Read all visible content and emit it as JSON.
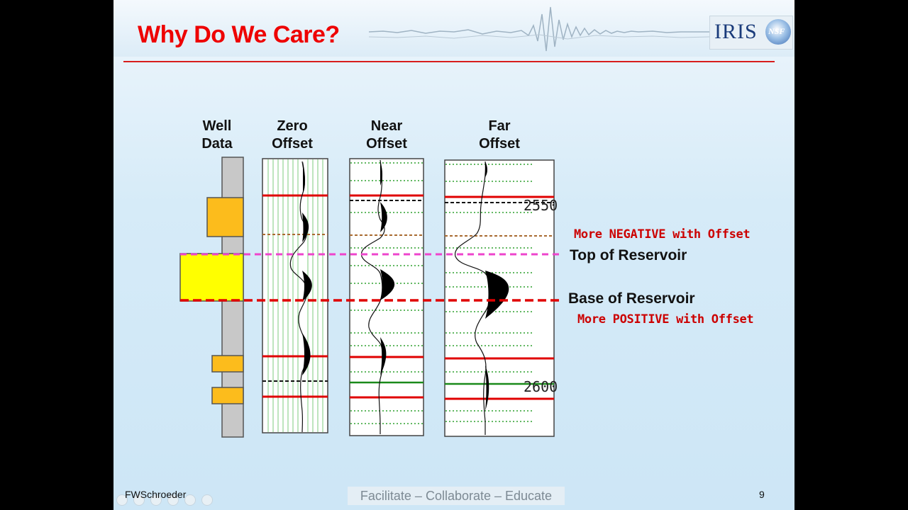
{
  "slide": {
    "title": "Why Do We Care?",
    "logo_text": "IRIS",
    "logo_badge": "NSF",
    "footer_author": "FWSchroeder",
    "footer_motto": "Facilitate – Collaborate – Educate",
    "page_number": "9"
  },
  "diagram": {
    "columns": [
      {
        "line1": "Well",
        "line2": "Data"
      },
      {
        "line1": "Zero",
        "line2": "Offset"
      },
      {
        "line1": "Near",
        "line2": "Offset"
      },
      {
        "line1": "Far",
        "line2": "Offset"
      }
    ],
    "depth_labels": [
      "2550",
      "2600"
    ],
    "annotations": {
      "top_reservoir": "Top of Reservoir",
      "base_reservoir": "Base of Reservoir",
      "more_negative": "More NEGATIVE with Offset",
      "more_positive": "More POSITIVE with Offset"
    },
    "colors": {
      "title": "#ee0000",
      "top_line": "#ee44cc",
      "base_line": "#e00000",
      "reservoir_fill": "#ffff00",
      "layer_fill": "#fcbc1c",
      "well_bar": "#c8c8c8",
      "note_text": "#cc0000"
    }
  }
}
